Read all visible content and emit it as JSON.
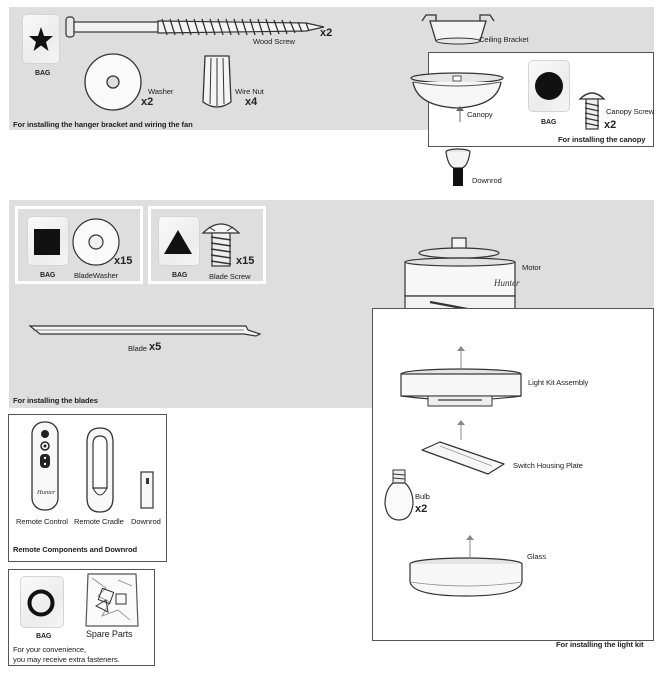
{
  "hardware": {
    "bag": "BAG",
    "wood_screw": "Wood Screw",
    "wood_screw_qty": "x2",
    "washer": "Washer",
    "washer_qty": "x2",
    "wire_nut": "Wire Nut",
    "wire_nut_qty": "x4",
    "caption": "For installing the hanger bracket and wiring the fan"
  },
  "canopy": {
    "ceiling_bracket": "Ceiling Bracket",
    "canopy": "Canopy",
    "bag": "BAG",
    "canopy_screw": "Canopy Screw",
    "canopy_screw_qty": "x2",
    "caption": "For installing the canopy",
    "downrod": "Downrod"
  },
  "blades": {
    "bag1": "BAG",
    "blade_washer": "BladeWasher",
    "blade_washer_qty": "x15",
    "bag2": "BAG",
    "blade_screw": "Blade Screw",
    "blade_screw_qty": "x15",
    "blade": "Blade",
    "blade_qty": "x5",
    "caption": "For installing the blades"
  },
  "motor": {
    "label": "Motor"
  },
  "lightkit": {
    "light_kit_assembly": "Light Kit Assembly",
    "switch_housing_plate": "Switch Housing Plate",
    "bulb": "Bulb",
    "bulb_qty": "x2",
    "glass": "Glass",
    "caption": "For installing the light kit"
  },
  "remote": {
    "remote_control": "Remote Control",
    "remote_cradle": "Remote Cradle",
    "downrod": "Downrod",
    "caption": "Remote Components and Downrod"
  },
  "spare": {
    "bag": "BAG",
    "spare_parts": "Spare Parts",
    "caption_line1": "For your convenience,",
    "caption_line2": "you may receive extra fasteners."
  }
}
